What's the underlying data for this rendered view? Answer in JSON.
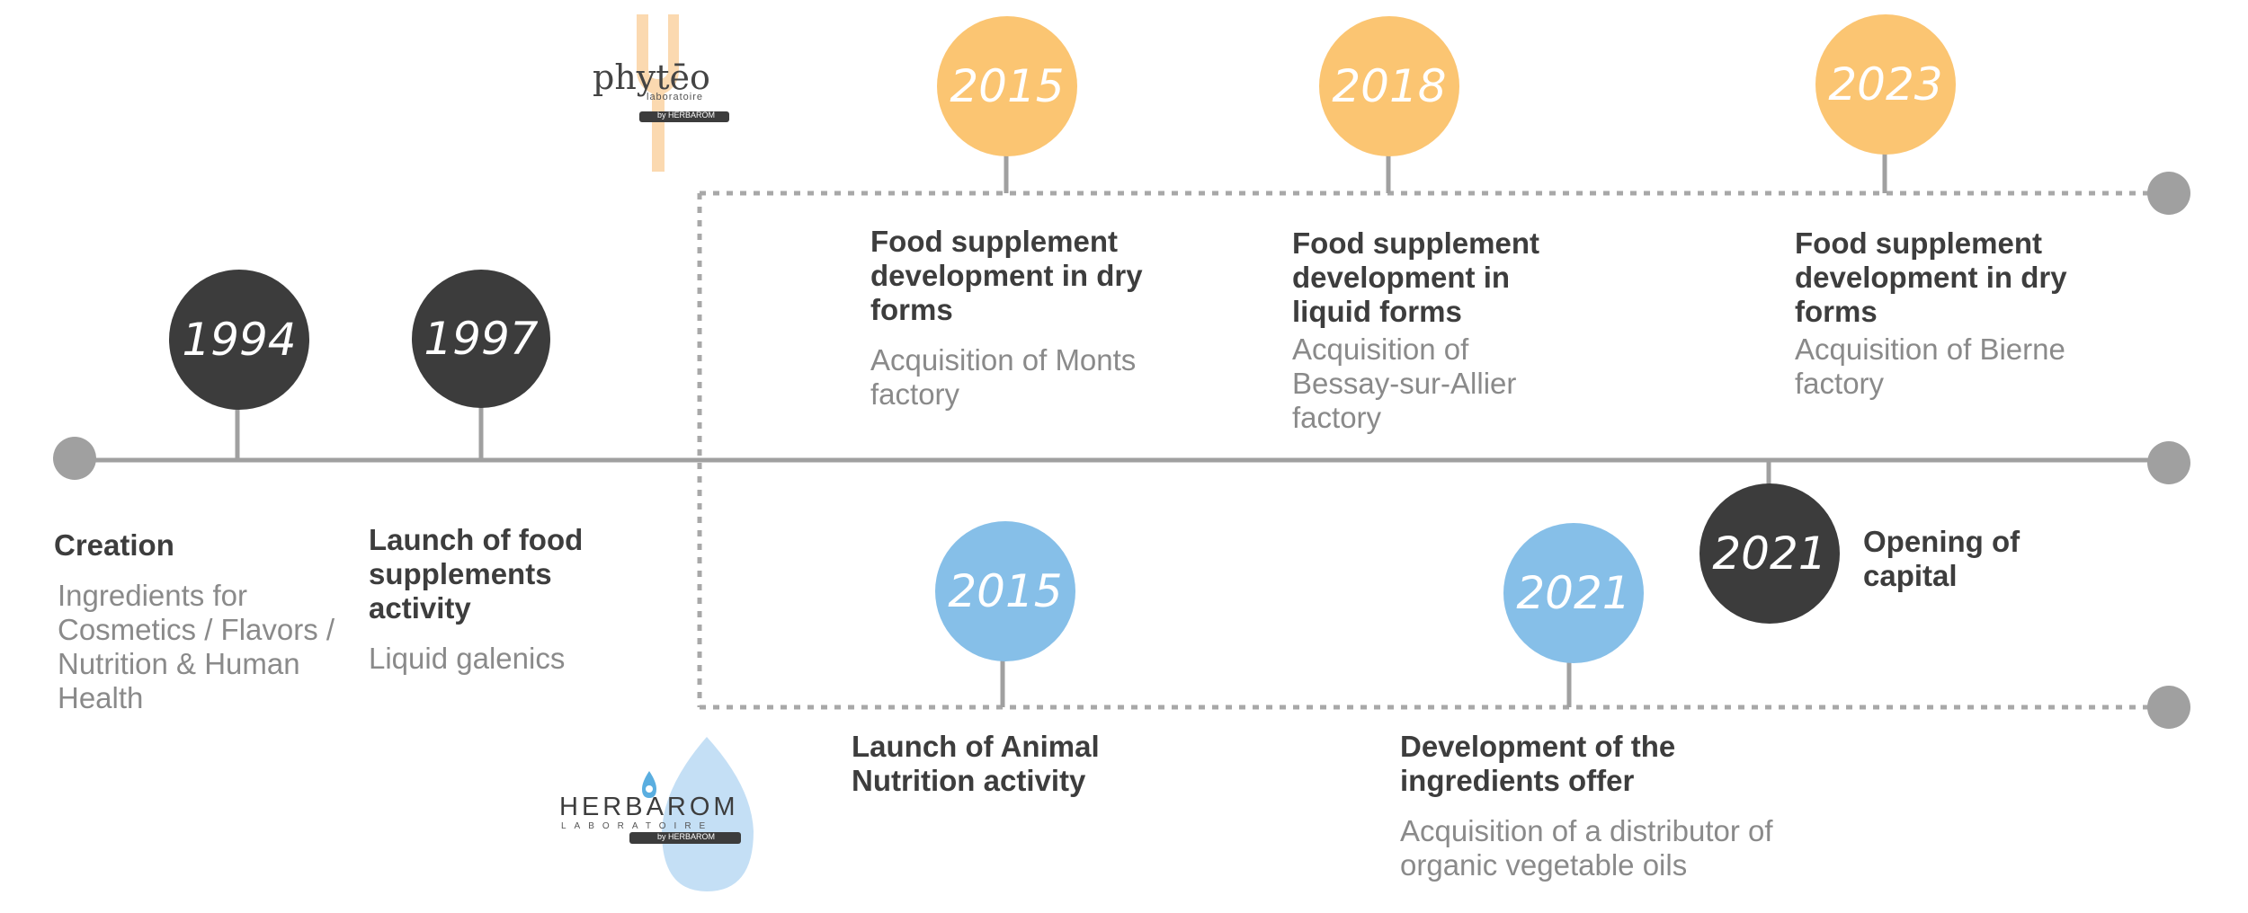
{
  "timeline": {
    "events": [
      {
        "id": "1994",
        "year": "1994",
        "title": "Creation",
        "desc": "Ingredients for Cosmetics / Flavors / Nutrition & Human Health"
      },
      {
        "id": "1997",
        "year": "1997",
        "title": "Launch of food supplements activity",
        "desc": "Liquid galenics"
      },
      {
        "id": "2015a",
        "year": "2015",
        "title": "Food supplement development in dry forms",
        "desc": "Acquisition of Monts factory"
      },
      {
        "id": "2018",
        "year": "2018",
        "title": "Food supplement development in liquid forms",
        "desc": "Acquisition of Bessay-sur-Allier factory"
      },
      {
        "id": "2023",
        "year": "2023",
        "title": "Food supplement development in dry forms",
        "desc": "Acquisition of Bierne factory"
      },
      {
        "id": "2015b",
        "year": "2015",
        "title": "Launch of Animal Nutrition activity",
        "desc": ""
      },
      {
        "id": "2021a",
        "year": "2021",
        "title": "Development of the ingredients offer",
        "desc": "Acquisition of a distributor of organic vegetable oils"
      },
      {
        "id": "2021b",
        "year": "2021",
        "title": "Opening of capital",
        "desc": ""
      }
    ]
  },
  "logos": {
    "phyteo": {
      "name": "phytēo",
      "sub": "laboratoire",
      "tag": "by HERBAROM"
    },
    "herbarom": {
      "name": "HERBAROM",
      "sub": "LABORATOIRE",
      "tag": "by HERBAROM"
    }
  },
  "colors": {
    "dark": "#3c3c3c",
    "orange": "#fbc572",
    "blue": "#86bfe8",
    "line": "#a0a0a0"
  }
}
